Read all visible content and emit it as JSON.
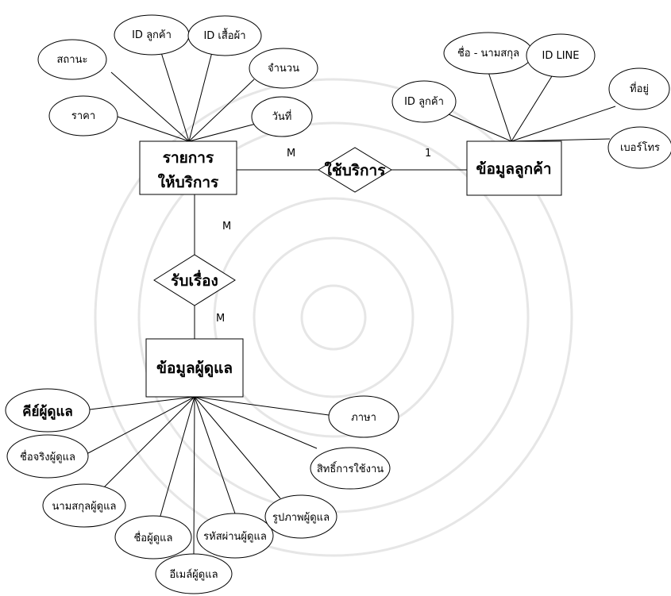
{
  "entities": {
    "service": {
      "line1": "รายการ",
      "line2": "ให้บริการ"
    },
    "customer": {
      "label": "ข้อมูลลูกค้า"
    },
    "caretaker": {
      "label": "ข้อมูลผู้ดูแล"
    }
  },
  "relationships": {
    "use_service": {
      "label": "ใช้บริการ",
      "card_service": "M",
      "card_customer": "1"
    },
    "receive": {
      "label": "รับเรื่อง",
      "card_service": "M",
      "card_caretaker": "M"
    }
  },
  "attributes": {
    "service": [
      "สถานะ",
      "ID ลูกค้า",
      "ID เสื้อผ้า",
      "จำนวน",
      "ราคา",
      "วันที่"
    ],
    "customer": [
      "ชื่อ - นามสกุล",
      "ID LINE",
      "ID ลูกค้า",
      "ที่อยู่",
      "เบอร์โทร"
    ],
    "caretaker": [
      "คีย์ผู้ดูแล",
      "ชื่อจริงผู้ดูแล",
      "นามสกุลผู้ดูแล",
      "ชื่อผู้ดูแล",
      "อีเมล์ผู้ดูแล",
      "รหัสผ่านผู้ดูแล",
      "รูปภาพผู้ดูแล",
      "สิทธิ์การใช้งาน",
      "ภาษา"
    ]
  },
  "colors": {
    "stroke": "#000000",
    "fill": "#ffffff",
    "watermark": "#e6e6e6"
  }
}
